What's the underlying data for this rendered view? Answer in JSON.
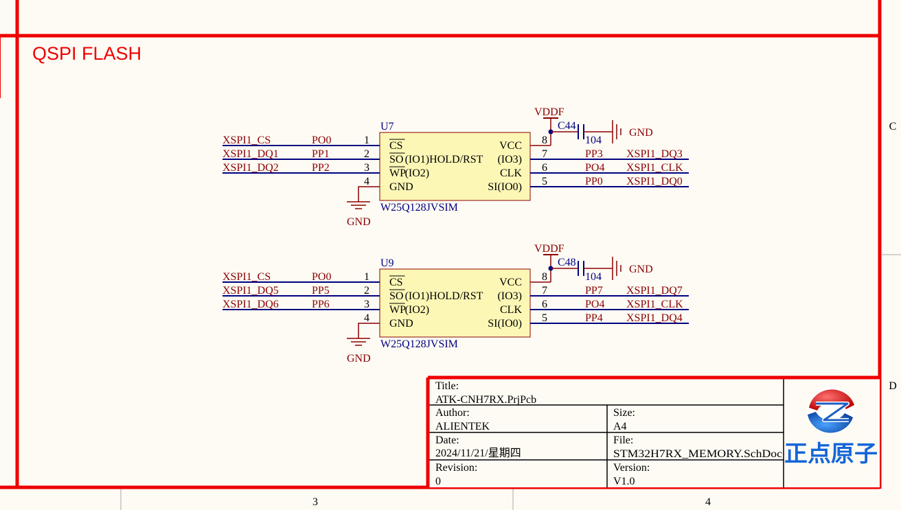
{
  "sheet": {
    "section_title": "QSPI FLASH",
    "zone_rows": [
      "C",
      "D"
    ],
    "zone_cols": [
      "3",
      "4"
    ]
  },
  "colors": {
    "border": "#ee0000",
    "wire": "#000080",
    "net_label": "#8b0000",
    "designator": "#000080",
    "chip_fill": "#fdf7b6",
    "chip_stroke": "#8b0000",
    "power": "#8b0000",
    "background": "#fdfbf4"
  },
  "chips": [
    {
      "designator": "U7",
      "part": "W25Q128JVSIM",
      "power_net": "VDDF",
      "ground_net": "GND",
      "cap_designator": "C44",
      "cap_value": "104",
      "cap_ground": "GND",
      "left_pins": [
        {
          "num": "1",
          "name": "CS",
          "overline": "CS",
          "port": "PO0",
          "net": "XSPI1_CS"
        },
        {
          "num": "2",
          "name": "(IO1)HOLD/RST",
          "overline": "SO",
          "port": "PP1",
          "net": "XSPI1_DQ1"
        },
        {
          "num": "3",
          "name": "(IO2)",
          "overline": "WP",
          "port": "PP2",
          "net": "XSPI1_DQ2"
        },
        {
          "num": "4",
          "name": "GND",
          "overline": "",
          "port": "",
          "net": ""
        }
      ],
      "right_pins": [
        {
          "num": "8",
          "name": "VCC",
          "port": "",
          "net": ""
        },
        {
          "num": "7",
          "name": "(IO3)",
          "port": "PP3",
          "net": "XSPI1_DQ3"
        },
        {
          "num": "6",
          "name": "CLK",
          "port": "PO4",
          "net": "XSPI1_CLK"
        },
        {
          "num": "5",
          "name": "SI(IO0)",
          "port": "PP0",
          "net": "XSPI1_DQ0"
        }
      ]
    },
    {
      "designator": "U9",
      "part": "W25Q128JVSIM",
      "power_net": "VDDF",
      "ground_net": "GND",
      "cap_designator": "C48",
      "cap_value": "104",
      "cap_ground": "GND",
      "left_pins": [
        {
          "num": "1",
          "name": "CS",
          "overline": "CS",
          "port": "PO0",
          "net": "XSPI1_CS"
        },
        {
          "num": "2",
          "name": "(IO1)HOLD/RST",
          "overline": "SO",
          "port": "PP5",
          "net": "XSPI1_DQ5"
        },
        {
          "num": "3",
          "name": "(IO2)",
          "overline": "WP",
          "port": "PP6",
          "net": "XSPI1_DQ6"
        },
        {
          "num": "4",
          "name": "GND",
          "overline": "",
          "port": "",
          "net": ""
        }
      ],
      "right_pins": [
        {
          "num": "8",
          "name": "VCC",
          "port": "",
          "net": ""
        },
        {
          "num": "7",
          "name": "(IO3)",
          "port": "PP7",
          "net": "XSPI1_DQ7"
        },
        {
          "num": "6",
          "name": "CLK",
          "port": "PO4",
          "net": "XSPI1_CLK"
        },
        {
          "num": "5",
          "name": "SI(IO0)",
          "port": "PP4",
          "net": "XSPI1_DQ4"
        }
      ]
    }
  ],
  "title_block": {
    "title_label": "Title:",
    "title_value": "ATK-CNH7RX.PrjPcb",
    "author_label": "Author:",
    "author_value": "ALIENTEK",
    "size_label": "Size:",
    "size_value": "A4",
    "date_label": "Date:",
    "date_value": "2024/11/21/星期四",
    "file_label": "File:",
    "file_value": "STM32H7RX_MEMORY.SchDoc",
    "revision_label": "Revision:",
    "revision_value": "0",
    "version_label": "Version:",
    "version_value": "V1.0",
    "logo_text": "正点原子",
    "logo_icon": "alientek-logo-icon"
  }
}
